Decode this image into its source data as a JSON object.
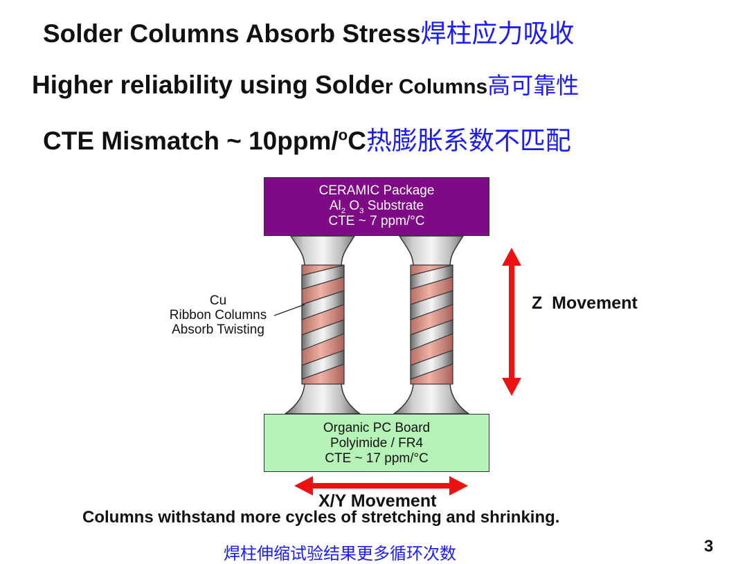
{
  "headings": {
    "line1_en": "Solder Columns Absorb Stress",
    "line1_zh": "焊柱应力吸收",
    "line2_en_a": "Higher reliability using Solde",
    "line2_en_b": "r Columns",
    "line2_zh": "高可靠性",
    "line3_en_a": "CTE Mismatch ~ 10ppm/",
    "line3_sup": "o",
    "line3_en_b": "C",
    "line3_zh": "热膨胀系数不匹配"
  },
  "ceramic": {
    "line1": "CERAMIC Package",
    "line2_a": "Al",
    "line2_sub1": "2",
    "line2_b": " O",
    "line2_sub2": "3",
    "line2_c": " Substrate",
    "line3": "CTE ~ 7 ppm/°C"
  },
  "pcb": {
    "line1": "Organic PC Board",
    "line2": "Polyimide / FR4",
    "line3": "CTE ~ 17 ppm/°C"
  },
  "annotation": {
    "line1": "Cu",
    "line2": "Ribbon Columns",
    "line3": "Absorb Twisting"
  },
  "labels": {
    "z_movement": "Z  Movement",
    "xy_movement": "X/Y Movement"
  },
  "footer": {
    "caption_en": "Columns withstand more cycles of stretching and shrinking.",
    "caption_zh": "焊柱伸缩试验结果更多循环次数",
    "page_number": "3"
  },
  "colors": {
    "ceramic_fill": "#7f0a86",
    "pcb_fill": "#b6f2b8",
    "arrow": "#ee1111",
    "copper": "#d9968a",
    "cjk_text": "#1a1aff"
  }
}
